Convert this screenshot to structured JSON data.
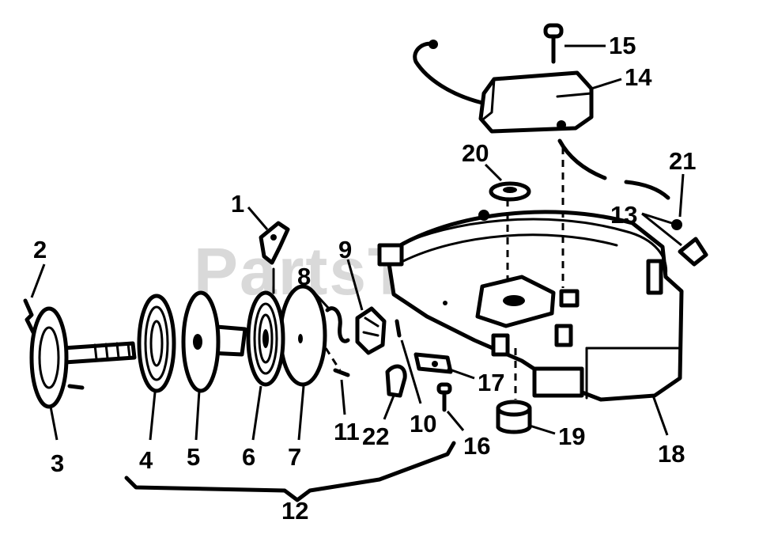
{
  "watermark": "PartsTree",
  "callouts": {
    "c1": "1",
    "c2": "2",
    "c3": "3",
    "c4": "4",
    "c5": "5",
    "c6": "6",
    "c7": "7",
    "c8": "8",
    "c9": "9",
    "c10": "10",
    "c11": "11",
    "c12": "12",
    "c13": "13",
    "c14": "14",
    "c15": "15",
    "c16": "16",
    "c17": "17",
    "c18": "18",
    "c19": "19",
    "c20": "20",
    "c21": "21",
    "c22": "22"
  }
}
